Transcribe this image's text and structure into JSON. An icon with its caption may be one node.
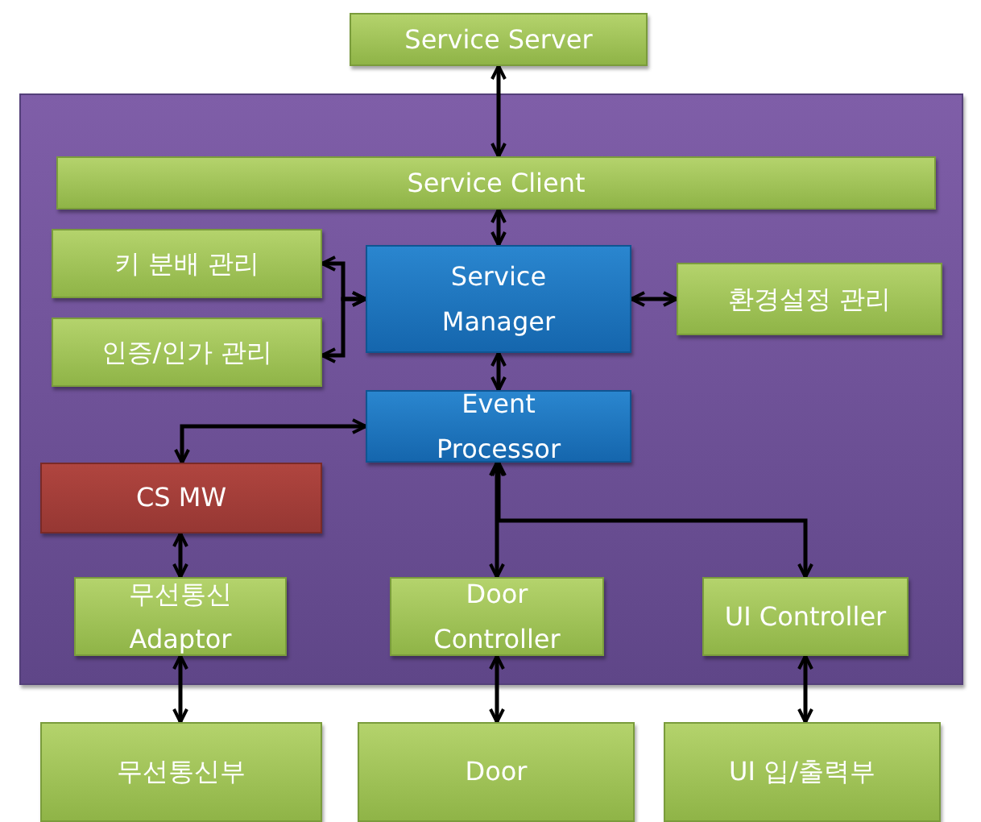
{
  "diagram": {
    "nodes": [
      {
        "text": [
          "Service Server"
        ]
      },
      {
        "text": [],
        "shape": "box"
      },
      {
        "text": [
          "Service Client"
        ],
        "in": 1
      },
      {
        "text": [
          "키 분배 관리"
        ],
        "in": 1
      },
      {
        "text": [
          "Service Manager"
        ],
        "in": 1
      },
      {
        "text": [
          "환경설정 관리"
        ],
        "in": 1
      },
      {
        "text": [
          "인증/인가 관리"
        ],
        "in": 1
      },
      {
        "text": [
          "Event Processor"
        ],
        "in": 1
      },
      {
        "text": [
          "CS MW"
        ],
        "in": 1
      },
      {
        "text": [
          "무선통신 Adaptor"
        ],
        "in": 1
      },
      {
        "text": [
          "Door Controller"
        ],
        "in": 1
      },
      {
        "text": [
          "UI Controller"
        ],
        "in": 1
      },
      {
        "text": [
          "무선통신부"
        ]
      },
      {
        "text": [
          "Door"
        ]
      },
      {
        "text": [
          "UI 입/출력부"
        ]
      }
    ],
    "edges": [
      {
        "from": 0,
        "to": 2,
        "arrow": "both"
      },
      {
        "from": 2,
        "to": 4,
        "arrow": "both"
      },
      {
        "from": 4,
        "to": 3,
        "arrow": "both"
      },
      {
        "from": 4,
        "to": 6,
        "arrow": "both"
      },
      {
        "from": 4,
        "to": 5,
        "arrow": "both"
      },
      {
        "from": 4,
        "to": 7,
        "arrow": "both"
      },
      {
        "from": 7,
        "to": 8,
        "arrow": "both"
      },
      {
        "from": 7,
        "to": 10,
        "arrow": "both"
      },
      {
        "from": 7,
        "to": 11,
        "arrow": "both"
      },
      {
        "from": 8,
        "to": 9,
        "arrow": "both"
      },
      {
        "from": 9,
        "to": 12,
        "arrow": "both"
      },
      {
        "from": 10,
        "to": 13,
        "arrow": "both"
      },
      {
        "from": 11,
        "to": 14,
        "arrow": "both"
      }
    ]
  }
}
